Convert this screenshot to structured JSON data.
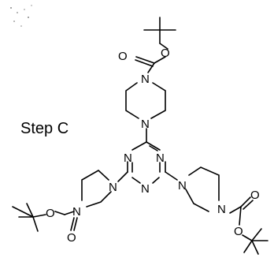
{
  "step_label": "Step C",
  "atoms": {
    "N": "N",
    "O": "O"
  }
}
